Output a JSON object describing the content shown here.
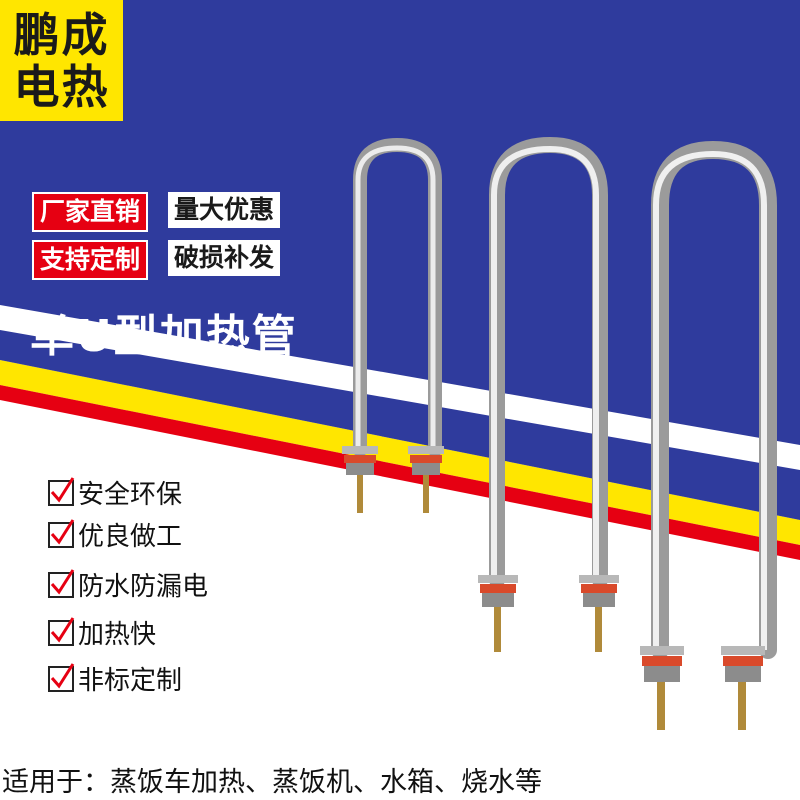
{
  "brand": {
    "line1": "鹏成",
    "line2": "电热"
  },
  "badges": [
    {
      "text": "厂家直销",
      "style": "red"
    },
    {
      "text": "量大优惠",
      "style": "white"
    },
    {
      "text": "支持定制",
      "style": "red"
    },
    {
      "text": "破损补发",
      "style": "white"
    }
  ],
  "product_title": "单U型加热管",
  "features": [
    "安全环保",
    "优良做工",
    "防水防漏电",
    "加热快",
    "非标定制"
  ],
  "footer": "适用于：蒸饭车加热、蒸饭机、水箱、烧水等",
  "colors": {
    "blue": "#2d3a9c",
    "yellow": "#ffe600",
    "red": "#e60012",
    "steel": "#c9c9c9"
  },
  "icons": {
    "check": "check-icon"
  }
}
